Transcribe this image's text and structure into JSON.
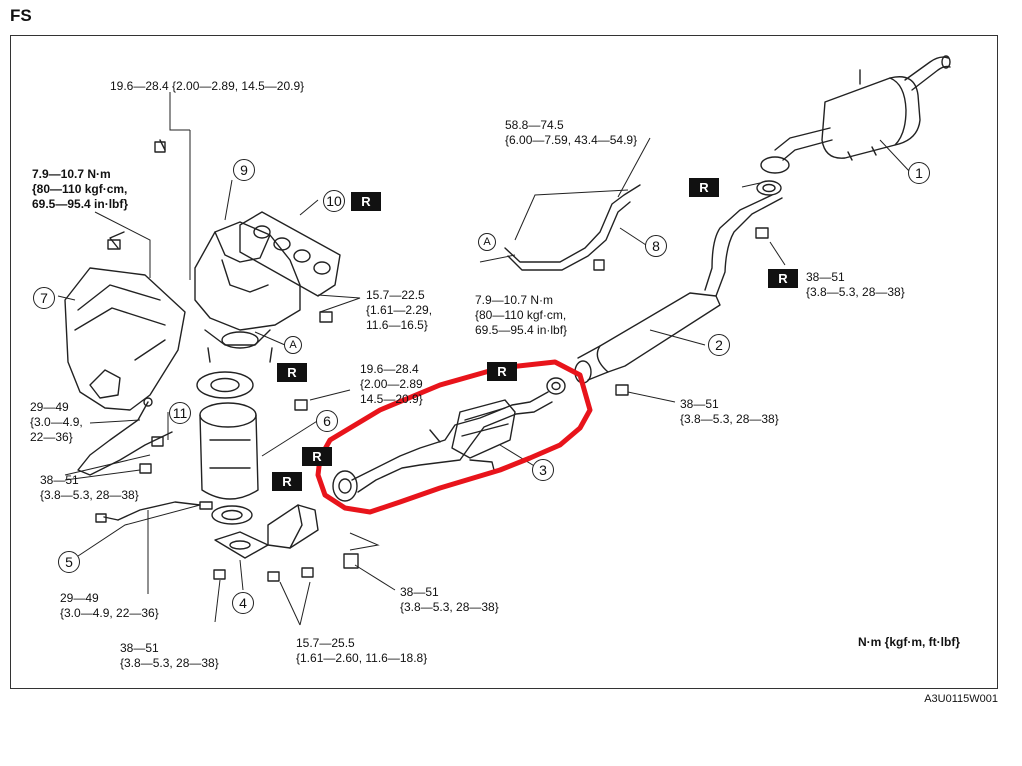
{
  "header": {
    "label": "FS"
  },
  "figure_code": "A3U0115W001",
  "units_note": "N·m {kgf·m, ft·lbf}",
  "r_mark": "R",
  "ref_mark": "A",
  "callouts": [
    "1",
    "2",
    "3",
    "4",
    "5",
    "6",
    "7",
    "8",
    "9",
    "10",
    "11"
  ],
  "torques": {
    "t1": [
      "19.6—28.4 {2.00—2.89, 14.5—20.9}"
    ],
    "t2": [
      "7.9—10.7 N·m",
      "{80—110 kgf·cm,",
      "69.5—95.4 in·lbf}"
    ],
    "t3": [
      "58.8—74.5",
      "{6.00—7.59, 43.4—54.9}"
    ],
    "t4": [
      "15.7—22.5",
      "{1.61—2.29,",
      "11.6—16.5}"
    ],
    "t5": [
      "7.9—10.7 N·m",
      "{80—110 kgf·cm,",
      "69.5—95.4 in·lbf}"
    ],
    "t6": [
      "38—51",
      "{3.8—5.3, 28—38}"
    ],
    "t7": [
      "19.6—28.4",
      "{2.00—2.89",
      "14.5—20.9}"
    ],
    "t8": [
      "29—49",
      "{3.0—4.9,",
      "22—36}"
    ],
    "t9": [
      "38—51",
      "{3.8—5.3, 28—38}"
    ],
    "t10": [
      "38—51",
      "{3.8—5.3, 28—38}"
    ],
    "t11": [
      "29—49",
      "{3.0—4.9, 22—36}"
    ],
    "t12": [
      "38—51",
      "{3.8—5.3, 28—38}"
    ],
    "t13": [
      "38—51",
      "{3.8—5.3, 28—38}"
    ],
    "t14": [
      "15.7—25.5",
      "{1.61—2.60, 11.6—18.8}"
    ]
  },
  "colors": {
    "line": "#222222",
    "highlight": "#e8141b",
    "r_box": "#111111"
  }
}
